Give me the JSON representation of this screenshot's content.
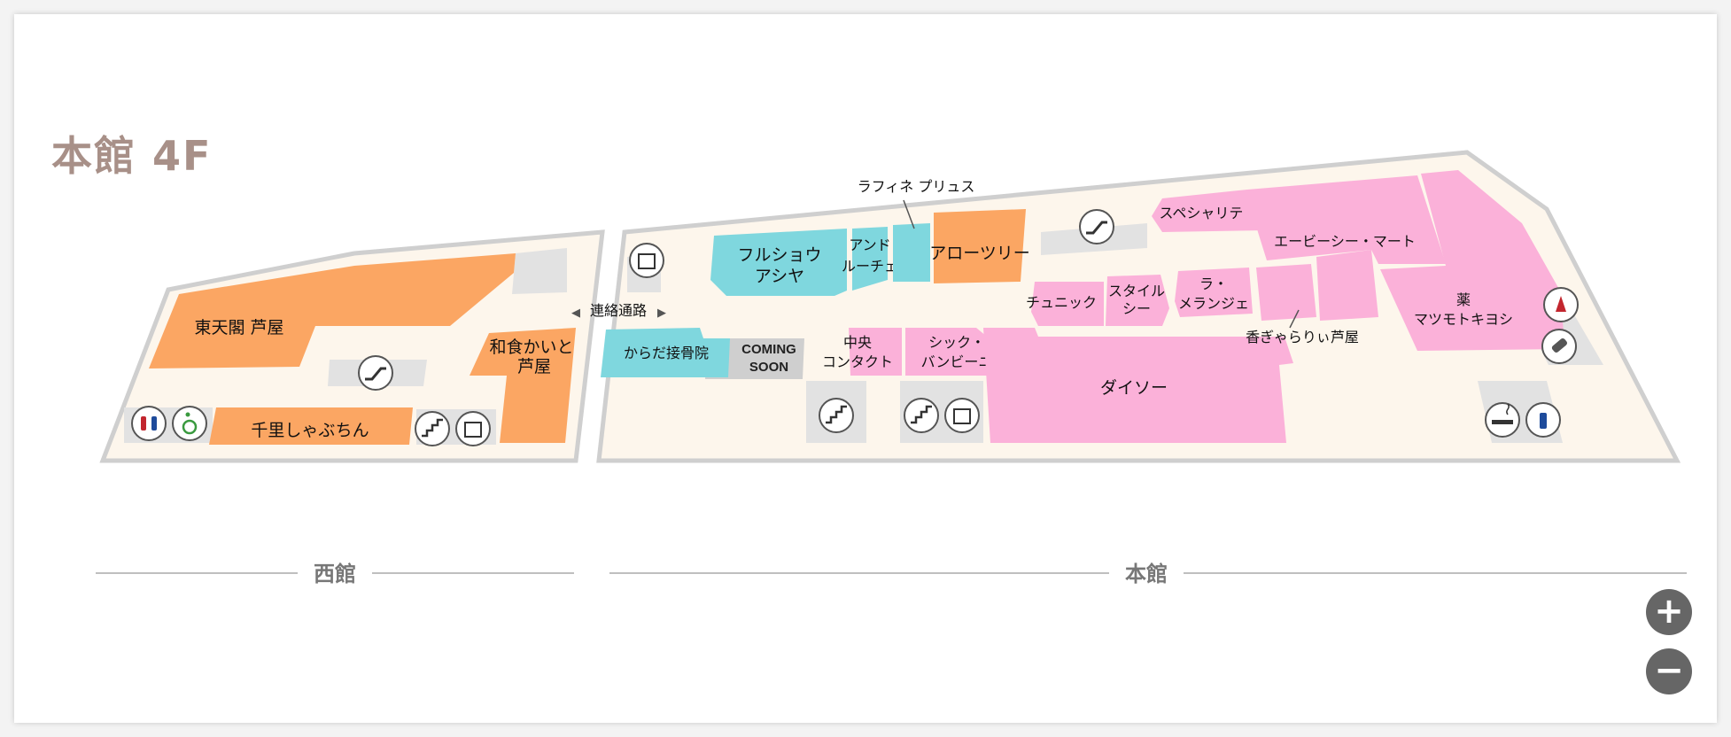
{
  "floor_title": "本館 4F",
  "buildings": {
    "west": "西館",
    "main": "本館"
  },
  "corridor_label": "連絡通路",
  "shops": {
    "toutenkaku": "東天閣 芦屋",
    "senri": "千里しゃぶちん",
    "washoku_l1": "和食かいと",
    "washoku_l2": "芦屋",
    "karada": "からだ接骨院",
    "coming_l1": "COMING",
    "coming_l2": "SOON",
    "fulsho_l1": "フルショウ",
    "fulsho_l2": "アシヤ",
    "andru_l1": "アンド",
    "andru_l2": "ルーチェ",
    "raffine": "ラフィネ プリュス",
    "arrow": "アローツリー",
    "chuo_l1": "中央",
    "chuo_l2": "コンタクト",
    "chic_l1": "シック・",
    "chic_l2": "バンビーニ",
    "daiso": "ダイソー",
    "tunic": "チュニック",
    "style_l1": "スタイル",
    "style_l2": "シー",
    "la_l1": "ラ・",
    "la_l2": "メランジェ",
    "kaori": "香ぎゃらりぃ芦屋",
    "special": "スペシャリテ",
    "abc": "エービーシー・マート",
    "kusuri_l1": "薬",
    "kusuri_l2": "マツモトキヨシ"
  },
  "icons": [
    "escalator-icon",
    "elevator-icon",
    "stairs-icon",
    "restroom-icon",
    "wheelchair-icon",
    "smoking-icon",
    "womens-restroom-icon",
    "mens-restroom-icon",
    "baby-bottle-icon"
  ],
  "controls": {
    "zoom_in": "+",
    "zoom_out": "−"
  },
  "colors": {
    "restaurant": "#fba663",
    "service": "#7fd7de",
    "fashion": "#fbb1d9",
    "corridor": "#fdf6ec",
    "facility": "#e2e2e2",
    "outline": "#cfcfcf"
  }
}
